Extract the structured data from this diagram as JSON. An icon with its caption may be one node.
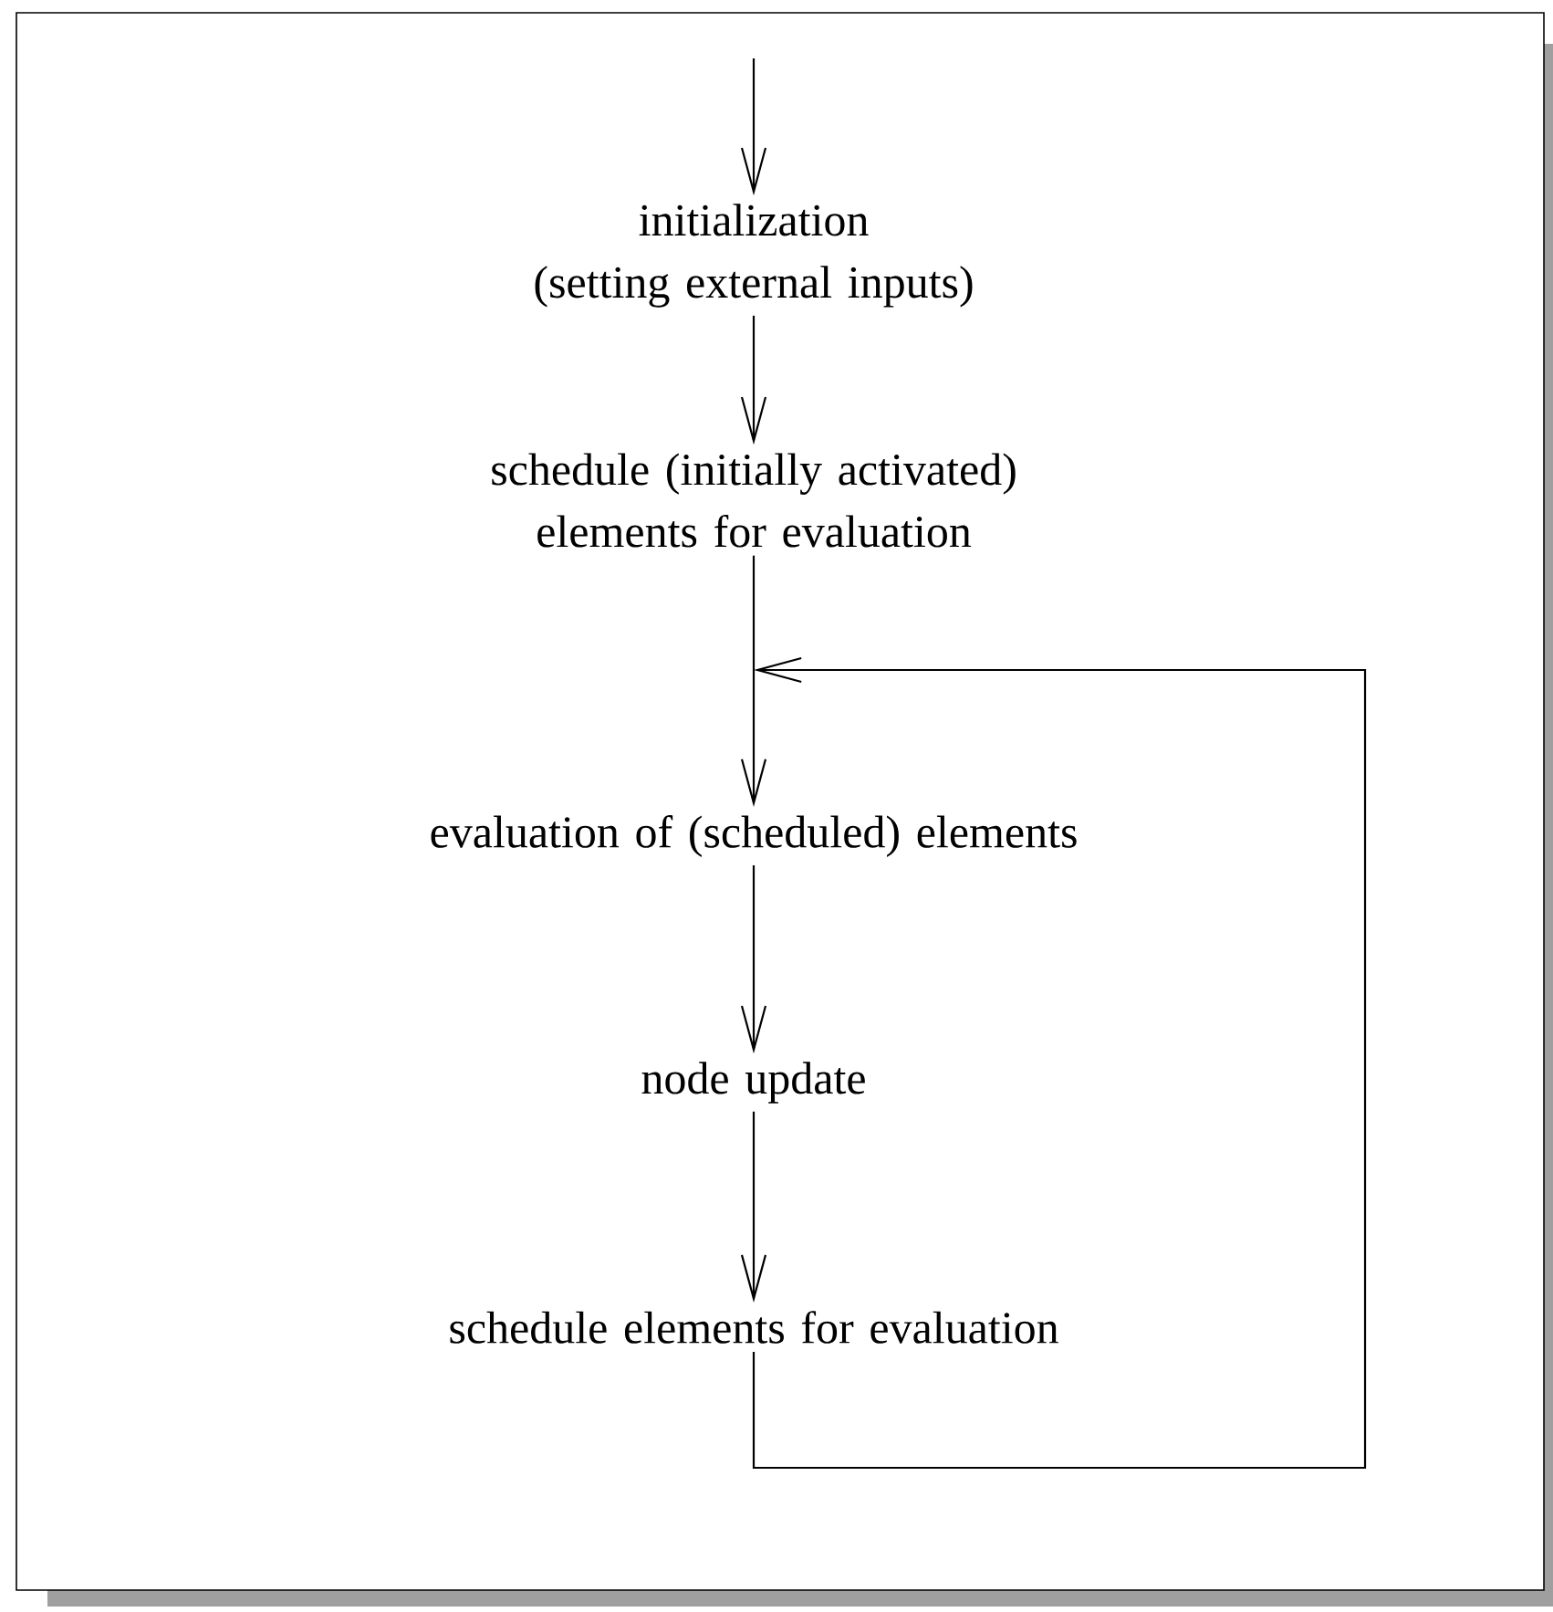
{
  "diagram": {
    "nodes": [
      {
        "text": [
          "initialization",
          "(setting external inputs)"
        ]
      },
      {
        "text": [
          "schedule (initially activated) elements for evaluation"
        ]
      },
      {
        "text": [
          "evaluation of (scheduled) elements"
        ]
      },
      {
        "text": [
          "node update"
        ]
      },
      {
        "text": [
          "schedule elements for evaluation"
        ]
      }
    ],
    "edges": [
      {
        "from": null,
        "to": 0,
        "arrow": "to"
      },
      {
        "from": 0,
        "to": 1,
        "arrow": "to"
      },
      {
        "from": 1,
        "to": 2,
        "arrow": "to"
      },
      {
        "from": 2,
        "to": 3,
        "arrow": "to"
      },
      {
        "from": 3,
        "to": 4,
        "arrow": "to"
      },
      {
        "from": 4,
        "to": 2,
        "arrow": "to"
      }
    ]
  }
}
